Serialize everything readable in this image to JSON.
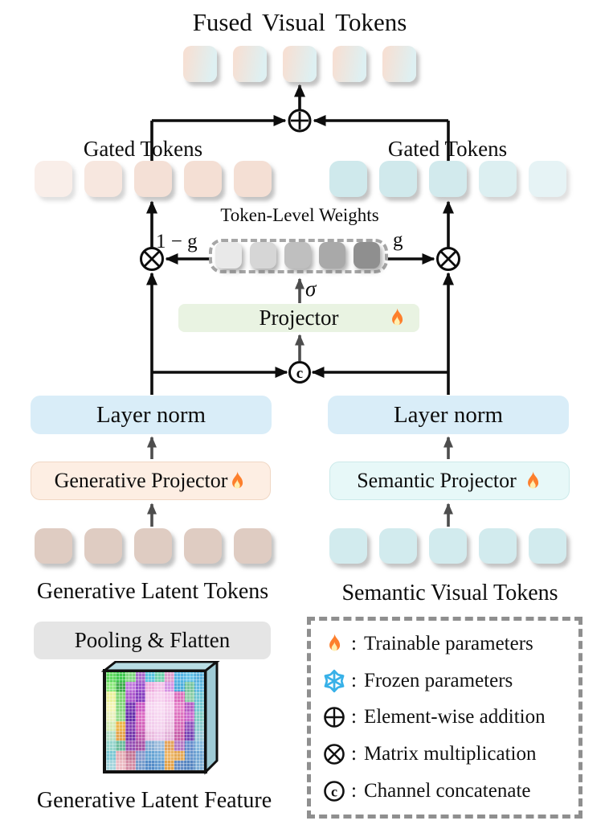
{
  "title": "Fused  Visual Tokens",
  "colors": {
    "layer_norm_bg": "#d9edf8",
    "generative_projector_bg": "#fdeee3",
    "semantic_projector_bg": "#e7f8f8",
    "projector_bg": "#e9f3e2",
    "pooling_bg": "#e5e5e5",
    "arrow_black": "#0d0d0d",
    "arrow_gray": "#4d4d4d",
    "snowflake_blue": "#38b1e8",
    "flame_orange": "#fd7f2c"
  },
  "nodes": {
    "gated_left_label": "Gated Tokens",
    "gated_right_label": "Gated Tokens",
    "token_level_weights_label": "Token-Level Weights",
    "one_minus_g": "1 − g",
    "g": "g",
    "sigma": "σ",
    "projector": {
      "label": "Projector",
      "icon": "flame-icon"
    },
    "layer_norm_left": "Layer norm",
    "layer_norm_right": "Layer norm",
    "generative_projector": {
      "label": "Generative Projector",
      "icon": "flame-icon"
    },
    "semantic_projector": {
      "label": "Semantic Projector",
      "icon": "flame-icon"
    },
    "generative_latent_tokens_label": "Generative Latent Tokens",
    "semantic_visual_tokens_label": "Semantic Visual Tokens",
    "pooling_flatten": "Pooling & Flatten",
    "generative_latent_feature_label": "Generative Latent Feature"
  },
  "token_rows": {
    "fused": {
      "count": 5,
      "gradient": [
        "#f6e0d4",
        "#def0f2"
      ]
    },
    "gated_left": {
      "count": 5,
      "color": "#f4dfd4",
      "opacities": [
        0.5,
        0.72,
        0.95,
        1,
        1
      ]
    },
    "gated_right": {
      "count": 5,
      "color": "#cfe9ec",
      "opacities": [
        1,
        0.97,
        0.92,
        0.72,
        0.5
      ]
    },
    "weights": {
      "count": 5,
      "colors": [
        "#e9e9e9",
        "#d6d6d6",
        "#bfbfbf",
        "#a9a9a9",
        "#8f8f8f"
      ]
    },
    "generative_latent": {
      "count": 5,
      "color": "#dfccc2"
    },
    "semantic_visual": {
      "count": 5,
      "color": "#d2ebee"
    }
  },
  "legend": {
    "separator": ":",
    "rows": [
      {
        "icon": "flame-icon",
        "label": "Trainable parameters"
      },
      {
        "icon": "snowflake-icon",
        "label": "Frozen parameters"
      },
      {
        "icon": "oplus-icon",
        "label": "Element-wise addition"
      },
      {
        "icon": "otimes-icon",
        "label": "Matrix multiplication"
      },
      {
        "icon": "copyright-icon",
        "label": "Channel concatenate"
      }
    ]
  },
  "latent_feature": {
    "rows": [
      [
        "#5ed95e",
        "#3fc94e",
        "#7fd87f",
        "#a868cc",
        "#58c4de",
        "#6fd2ac",
        "#e09ccc",
        "#54b4e4",
        "#62c0e6",
        "#58b0dc"
      ],
      [
        "#8ce87c",
        "#3fae4c",
        "#c077dc",
        "#9a50cc",
        "#eeaede",
        "#f2c0e8",
        "#d494e4",
        "#4cacdc",
        "#74c49c",
        "#60b8e0"
      ],
      [
        "#eaf09c",
        "#7cd470",
        "#ac58cc",
        "#8840c0",
        "#f4c6ea",
        "#f6d0ee",
        "#f2c2ea",
        "#dc6cbc",
        "#88cca4",
        "#6cc4d4"
      ],
      [
        "#f2f4b4",
        "#86d67c",
        "#7838b4",
        "#cc5cc4",
        "#f6d4f0",
        "#f8daf2",
        "#f4ceec",
        "#e480c8",
        "#b45cc4",
        "#74c8d0"
      ],
      [
        "#e8f0bc",
        "#94da88",
        "#6830ac",
        "#dc6cc4",
        "#f4d0ee",
        "#f6d6f0",
        "#f0caea",
        "#de74c0",
        "#c866cc",
        "#80ccc4"
      ],
      [
        "#d4eab4",
        "#ecb448",
        "#8640b4",
        "#d464bc",
        "#f2cdec",
        "#f4d2ee",
        "#ecc4e4",
        "#d66cb8",
        "#8e50bc",
        "#88c8cc"
      ],
      [
        "#b4dec4",
        "#e4a44c",
        "#7638ac",
        "#c05cb0",
        "#eabce0",
        "#eec6e8",
        "#e4b4da",
        "#c862ac",
        "#7644b4",
        "#94c4d4"
      ],
      [
        "#94d4cc",
        "#6cbc9c",
        "#9650b4",
        "#a654a8",
        "#84acd4",
        "#9cbcdc",
        "#e4a45c",
        "#b478c4",
        "#648ccc",
        "#84b8dc"
      ],
      [
        "#7cc8d4",
        "#e4acb4",
        "#c47494",
        "#8698cc",
        "#66a4d4",
        "#74acd8",
        "#ecb464",
        "#e4a854",
        "#6494cc",
        "#70a6d4"
      ],
      [
        "#a4d4dc",
        "#ecbcc4",
        "#d48ca4",
        "#769ccc",
        "#548cc8",
        "#669cd0",
        "#e4a44c",
        "#648cc4",
        "#5484c0",
        "#7cacd4"
      ]
    ]
  }
}
